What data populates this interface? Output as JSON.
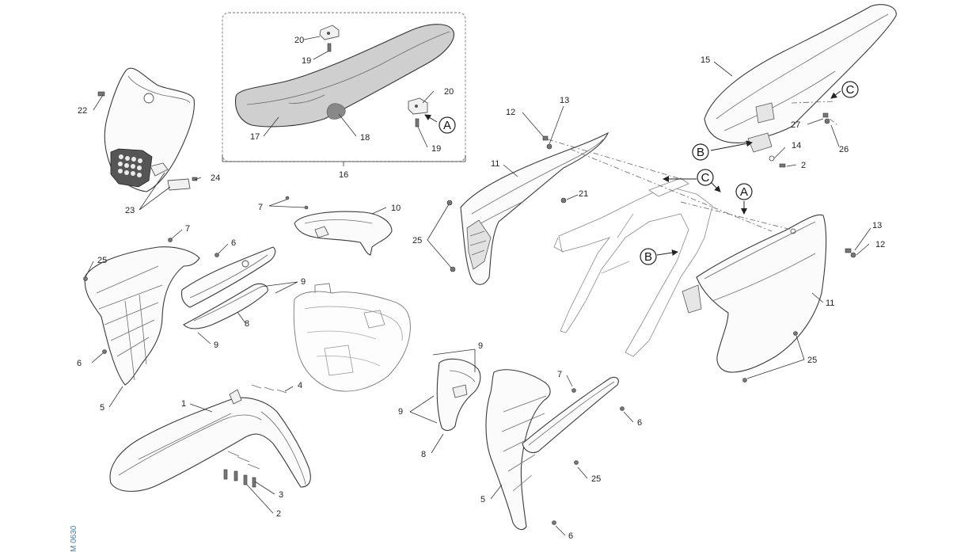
{
  "labels": {
    "p1": "1",
    "p2a": "2",
    "p2b": "2",
    "p3": "3",
    "p4": "4",
    "p5a": "5",
    "p5b": "5",
    "p6a": "6",
    "p6b": "6",
    "p6c": "6",
    "p6d": "6",
    "p7a": "7",
    "p7b": "7",
    "p7c": "7",
    "p8a": "8",
    "p8b": "8",
    "p9a": "9",
    "p9b": "9",
    "p9c": "9",
    "p9d": "9",
    "p10": "10",
    "p11a": "11",
    "p11b": "11",
    "p12a": "12",
    "p12b": "12",
    "p13a": "13",
    "p13b": "13",
    "p14": "14",
    "p15": "15",
    "p16": "16",
    "p17": "17",
    "p18": "18",
    "p19a": "19",
    "p19b": "19",
    "p20a": "20",
    "p20b": "20",
    "p21": "21",
    "p22": "22",
    "p23": "23",
    "p24": "24",
    "p25a": "25",
    "p25b": "25",
    "p25c": "25",
    "p25d": "25",
    "p26": "26",
    "p27": "27"
  },
  "callouts": {
    "A1": "A",
    "A2": "A",
    "B1": "B",
    "B2": "B",
    "C1": "C",
    "C2": "C"
  },
  "drawing_code": "M 0630"
}
